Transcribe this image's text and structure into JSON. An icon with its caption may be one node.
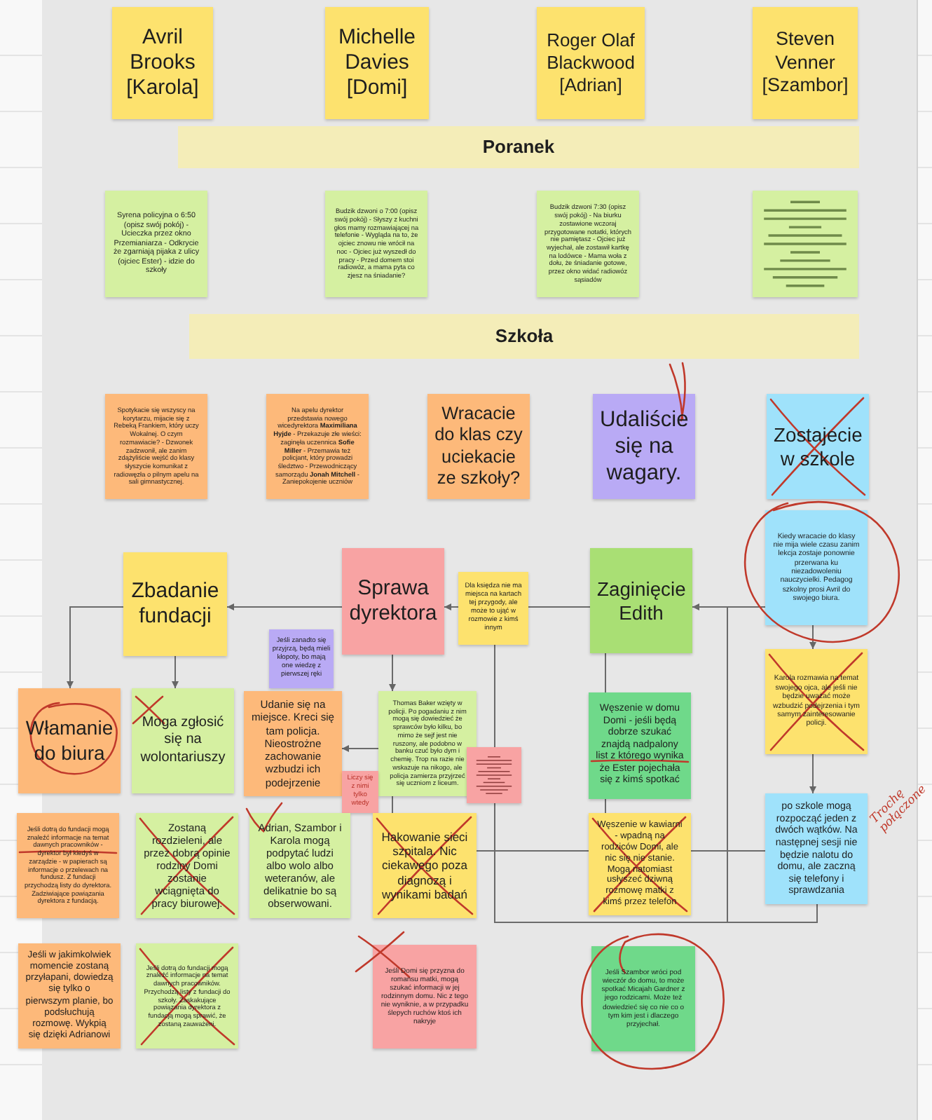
{
  "diagram": {
    "nodes": [
      {
        "text": [
          "Avril Brooks [Karola]"
        ]
      },
      {
        "text": [
          "Michelle Davies [Domi]"
        ]
      },
      {
        "text": [
          "Roger Olaf Blackwood [Adrian]"
        ]
      },
      {
        "text": [
          "Steven Venner [Szambor]"
        ]
      },
      {
        "text": [
          "Poranek"
        ]
      },
      {
        "text": [
          "Syrena policyjna o 6:50 (opisz swój pokój) - Ucieczka przez okno Przemianiarza - Odkrycie że zgarniają pijaka z ulicy (ojciec Ester) - idzie do szkoły"
        ]
      },
      {
        "text": [
          "Budzik dzwoni o 7:00 (opisz swój pokój) - Słyszy z kuchni głos mamy rozmawiającej na telefonie - Wygląda na to, że ojciec znowu nie wrócił na noc - Ojciec już wyszedł do pracy - Przed domem stoi radiowóz, a mama pyta co zjesz na śniadanie?"
        ]
      },
      {
        "text": [
          "Budzik dzwoni 7:30 (opisz swój pokój) - Na biurku zostawione wczoraj przygotowane notatki, których nie pamiętasz - Ojciec już wyjechał, ale zostawił kartkę na lodówce - Mama woła z dołu, że śniadanie gotowe, przez okno widać radiowóz sąsiadów"
        ]
      },
      {
        "text": [],
        "shape": "box"
      },
      {
        "text": [
          "Szkoła"
        ]
      },
      {
        "text": [
          "Spotykacie się wszyscy na korytarzu, mijacie się z Rebeką Frankiem, który uczy Wokalnej. O czym rozmawiacie? - Dzwonek zadzwonił, ale zanim zdążyliście wejść do klasy słyszycie komunikat z radiowęzła o pilnym apelu na sali gimnastycznej."
        ]
      },
      {
        "text": [
          "Na apelu dyrektor przedstawia nowego wicedyrektora **Maximiliana Hyjde** - Przekazuje złe wieści: zaginęła uczennica **Sofie Miller** - Przemawia też policjant, który prowadzi śledztwo - Przewodniczący samorządu **Jonah Mitchell** - Zaniepokojenie uczniów"
        ]
      },
      {
        "text": [
          "Wracacie do klas czy uciekacie ze szkoły?"
        ]
      },
      {
        "text": [
          "Udaliście się na wagary."
        ]
      },
      {
        "text": [
          "Zostajecie w szkole"
        ]
      },
      {
        "text": [
          "Kiedy wracacie do klasy nie mija wiele czasu zanim lekcja zostaje ponownie przerwana ku niezadowoleniu nauczycielki. Pedagog szkolny prosi Avril do swojego biura."
        ]
      },
      {
        "text": [
          "Zbadanie fundacji"
        ]
      },
      {
        "text": [
          "Sprawa dyrektora"
        ]
      },
      {
        "text": [
          "Dla księdza nie ma miejsca na kartach tej przygody, ale może to ująć w rozmowie z kimś innym"
        ]
      },
      {
        "text": [
          "Zaginięcie Edith"
        ]
      },
      {
        "text": [
          "Jeśli zanadto się przyjrzą, będą mieli kłopoty, bo mają one wiedzę z pierwszej ręki"
        ]
      },
      {
        "text": [
          "Karola rozmawia na temat swojego ojca, ale jeśli nie będzie uważać może wzbudzić podejrzenia i tym samym zainteresowanie policji."
        ]
      },
      {
        "text": [
          "Włamanie do biura"
        ]
      },
      {
        "text": [
          "Moga zgłosić się na wolontariuszy"
        ]
      },
      {
        "text": [
          "Udanie się na miejsce. Kreci się tam policja. Nieostrożne zachowanie wzbudzi ich podejrzenie"
        ]
      },
      {
        "text": [
          "Thomas Baker wzięty w policji. Po pogadaniu z nim mogą się dowiedzieć że sprawców było kilku, bo mimo że sejf jest nie ruszony, ale podobno w banku czuć było dym i chemię. Trop na razie nie wskazuje na nikogo, ale policja zamierza przyjrzeć się uczniom z liceum."
        ]
      },
      {
        "text": [
          "Liczy się z nimi tylko wtedy"
        ]
      },
      {
        "text": [],
        "shape": "box"
      },
      {
        "text": [
          "Węszenie w domu Domi - jeśli będą dobrze szukać znajdą nadpalony list z którego wynika że Ester pojechała się z kimś spotkać"
        ]
      },
      {
        "text": [
          "po szkole mogą rozpocząć jeden z dwóch wątków. Na następnej sesji nie będzie nalotu do domu, ale zaczną się telefony i sprawdzania"
        ]
      },
      {
        "text": [
          "Jeśli dotrą do fundacji mogą znaleźć informacje na temat dawnych pracowników - dyrektor był kiedyś w zarządzie - w papierach są informacje o przelewach na fundusz. Z fundacji przychodzą listy do dyrektora. Zadziwiające powiązania dyrektora z fundacją."
        ]
      },
      {
        "text": [
          "Zostaną rozdzieleni, ale przez dobrą opinie rodziny Domi zostanie wciągnięta do pracy biurowej."
        ]
      },
      {
        "text": [
          "Adrian, Szambor i Karola mogą podpytać ludzi albo wolo albo weteranów, ale delikatnie bo są obserwowani."
        ]
      },
      {
        "text": [
          "Hakowanie sieci szpitala. Nic ciekawego poza diagnozą i wynikami badań"
        ]
      },
      {
        "text": [
          "Węszenie w kawiarni - wpadną na rodziców Domi, ale nic się nie stanie. Mogą natomiast usłyszeć dziwną rozmowę matki z kimś przez telefon"
        ]
      },
      {
        "text": [
          "Jeśli w jakimkolwiek momencie zostaną przyłapani, dowiedzą się tylko o pierwszym planie, bo podsłuchują rozmowę. Wykpią się dzięki Adrianowi"
        ]
      },
      {
        "text": [
          "Jeśli dotrą do fundacji mogą znaleźć informacje na temat dawnych pracowników. Przychodzą listy z fundacji do szkoły. Zaskakujące powiązania dyrektora z fundacją mogą sprawić, że zostaną zauważeni."
        ]
      },
      {
        "text": [
          "Jeśli Domi się przyzna do romansu matki, mogą szukać informacji w jej rodzinnym domu. Nic z tego nie wyniknie, a w przypadku ślepych ruchów ktoś ich nakryje"
        ]
      },
      {
        "text": [
          "Jeśli Szambor wróci pod wieczór do domu, to może spotkać Micajah Gardner z jego rodzicami. Może też dowiedzieć się co nie co o tym kim jest i dlaczego przyjechał."
        ]
      }
    ],
    "edges": [
      {
        "from": 17,
        "to": 16,
        "arrow": "to"
      },
      {
        "from": 16,
        "to": 22,
        "arrow": "to"
      },
      {
        "from": 16,
        "to": 23,
        "arrow": "to"
      },
      {
        "from": 18,
        "to": 17,
        "arrow": "to"
      },
      {
        "from": 19,
        "to": 18,
        "arrow": "none"
      },
      {
        "from": 15,
        "to": 19,
        "arrow": "to"
      },
      {
        "from": 15,
        "to": 21,
        "arrow": "to"
      },
      {
        "from": 17,
        "to": 25,
        "arrow": "to"
      },
      {
        "from": 25,
        "to": 24,
        "arrow": "to"
      },
      {
        "from": 19,
        "to": 28,
        "arrow": "none"
      },
      {
        "from": 21,
        "to": 29,
        "arrow": "to"
      },
      {
        "from": 18,
        "to": 27,
        "arrow": "none"
      },
      {
        "from": 25,
        "to": 33,
        "arrow": "none"
      },
      {
        "from": 28,
        "to": 34,
        "arrow": "none"
      },
      {
        "from": 33,
        "to": 34,
        "arrow": "none"
      },
      {
        "from": 34,
        "to": 29,
        "arrow": "none"
      },
      {
        "from": 27,
        "to": 29,
        "arrow": "none"
      },
      {
        "from": 19,
        "to": 29,
        "arrow": "none"
      }
    ],
    "labels": [
      "Trochę połączone"
    ]
  }
}
